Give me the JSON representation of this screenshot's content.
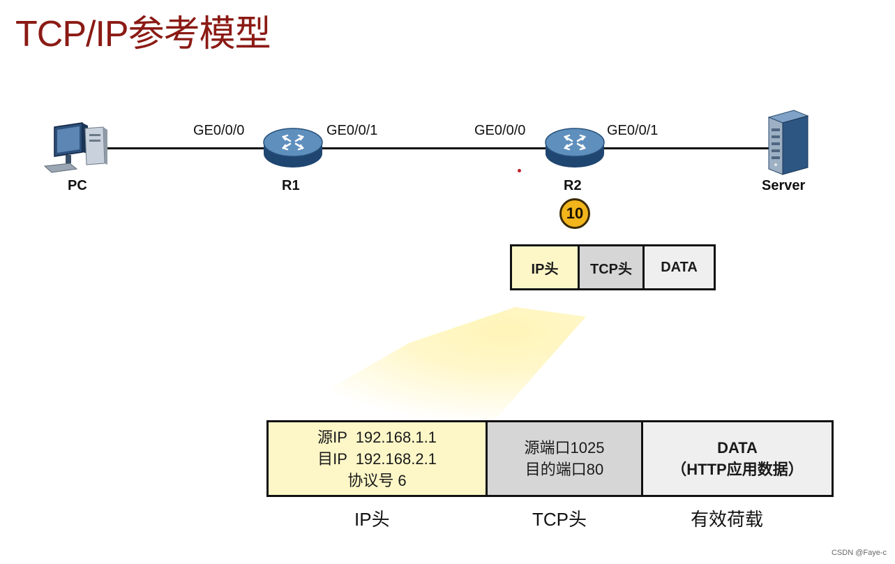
{
  "title": "TCP/IP参考模型",
  "nodes": {
    "pc": "PC",
    "r1": "R1",
    "r2": "R2",
    "server": "Server"
  },
  "ports": {
    "r1_left": "GE0/0/0",
    "r1_right": "GE0/0/1",
    "r2_left": "GE0/0/0",
    "r2_right": "GE0/0/1"
  },
  "step": "10",
  "packet_small": {
    "ip": "IP头",
    "tcp": "TCP头",
    "data": "DATA"
  },
  "packet_detail": {
    "ip_lines": [
      "源IP  192.168.1.1",
      "目IP  192.168.2.1",
      "协议号 6"
    ],
    "tcp_lines": [
      "源端口1025",
      "目的端口80"
    ],
    "data_lines": [
      "DATA",
      "（HTTP应用数据）"
    ]
  },
  "captions": {
    "ip": "IP头",
    "tcp": "TCP头",
    "data": "有效荷载"
  },
  "colors": {
    "title": "#8b1a14",
    "ip_header_fill": "#fdf7c8",
    "tcp_header_fill": "#d6d6d6",
    "data_fill": "#efefef",
    "badge": "#f2b51c",
    "router": "#3f6fa0"
  },
  "watermark": "CSDN @Faye-c"
}
